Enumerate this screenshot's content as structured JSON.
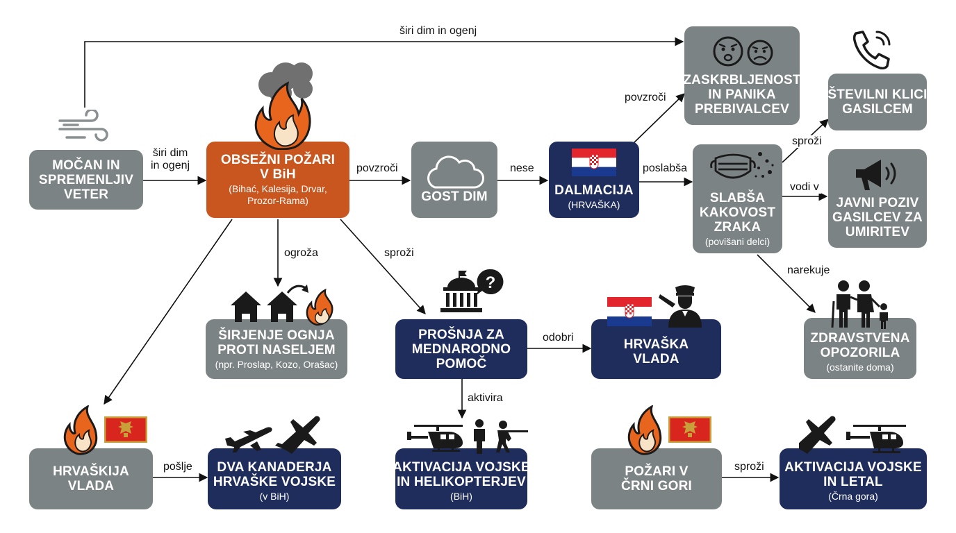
{
  "colors": {
    "gray": "#7c8384",
    "navy": "#1f2d5c",
    "orange": "#c9561f",
    "flame": "#e8651e",
    "smoke": "#6b6b6b",
    "icon": "#1a1a1a"
  },
  "nodes": {
    "wind": {
      "title": "MOČAN IN\nSPREMENLJIV\nVETER",
      "sub": ""
    },
    "fires_bih": {
      "title": "OBSEŽNI POŽARI\nV BiH",
      "sub": "(Bihać, Kalesija, Drvar,\nProzor-Rama)"
    },
    "smoke": {
      "title": "GOST DIM",
      "sub": ""
    },
    "dalmatia": {
      "title": "DALMACIJA",
      "sub": "(HRVAŠKA)"
    },
    "anxiety": {
      "title": "ZASKRBLJENOST\nIN PANIKA\nPREBIVALCEV",
      "sub": ""
    },
    "calls": {
      "title": "ŠTEVILNI KLICI\nGASILCEM",
      "sub": ""
    },
    "air": {
      "title": "SLABŠA\nKAKOVOST\nZRAKA",
      "sub": "(povišani delci)"
    },
    "appeal": {
      "title": "JAVNI POZIV\nGASILCEV ZA\nUMIRITEV",
      "sub": ""
    },
    "spread": {
      "title": "ŠIRJENJE OGNJA\nPROTI NASELJEM",
      "sub": "(npr. Proslap, Kozo, Orašac)"
    },
    "request": {
      "title": "PROŠNJA ZA\nMEDNARODNO\nPOMOČ",
      "sub": ""
    },
    "croatia_gov": {
      "title": "HRVAŠKA\nVLADA",
      "sub": ""
    },
    "health": {
      "title": "ZDRAVSTVENA\nOPOZORILA",
      "sub": "(ostanite doma)"
    },
    "hrv_gov": {
      "title": "HRVAŠKIJA\nVLADA",
      "sub": ""
    },
    "canadair": {
      "title": "DVA KANADERJA\nHRVAŠKE VOJSKE",
      "sub": "(v BiH)"
    },
    "army_heli": {
      "title": "AKTIVACIJA VOJSKE\nIN HELIKOPTERJEV",
      "sub": "(BiH)"
    },
    "fires_mne": {
      "title": "POŽARI V\nČRNI GORI",
      "sub": ""
    },
    "army_planes": {
      "title": "AKTIVACIJA VOJSKE\nIN LETAL",
      "sub": "(Črna gora)"
    }
  },
  "edges": {
    "wind_top": "širi dim in ogenj",
    "wind_fires": "širi dim\nin ogenj",
    "fires_smoke": "povzroči",
    "smoke_dalmatia": "nese",
    "dalmatia_anxiety": "povzroči",
    "dalmatia_air": "poslabša",
    "air_calls": "sproži",
    "air_appeal": "vodi v",
    "air_health": "narekuje",
    "fires_spread": "ogroža",
    "fires_request": "sproži",
    "request_gov": "odobri",
    "request_army": "aktivira",
    "hrv_canadair": "pošlje",
    "mne_army": "sproži"
  },
  "icons": [
    "wind-icon",
    "fire-smoke-icon",
    "cloud-icon",
    "croatia-flag-icon",
    "worried-faces-icon",
    "phone-icon",
    "mask-particles-icon",
    "megaphone-icon",
    "houses-fire-icon",
    "government-question-icon",
    "croatia-flag-icon",
    "saluting-officer-icon",
    "family-icon",
    "fire-icon",
    "montenegro-flag-icon",
    "airplanes-icon",
    "helicopter-soldiers-icon",
    "airplane-helicopter-icon"
  ]
}
